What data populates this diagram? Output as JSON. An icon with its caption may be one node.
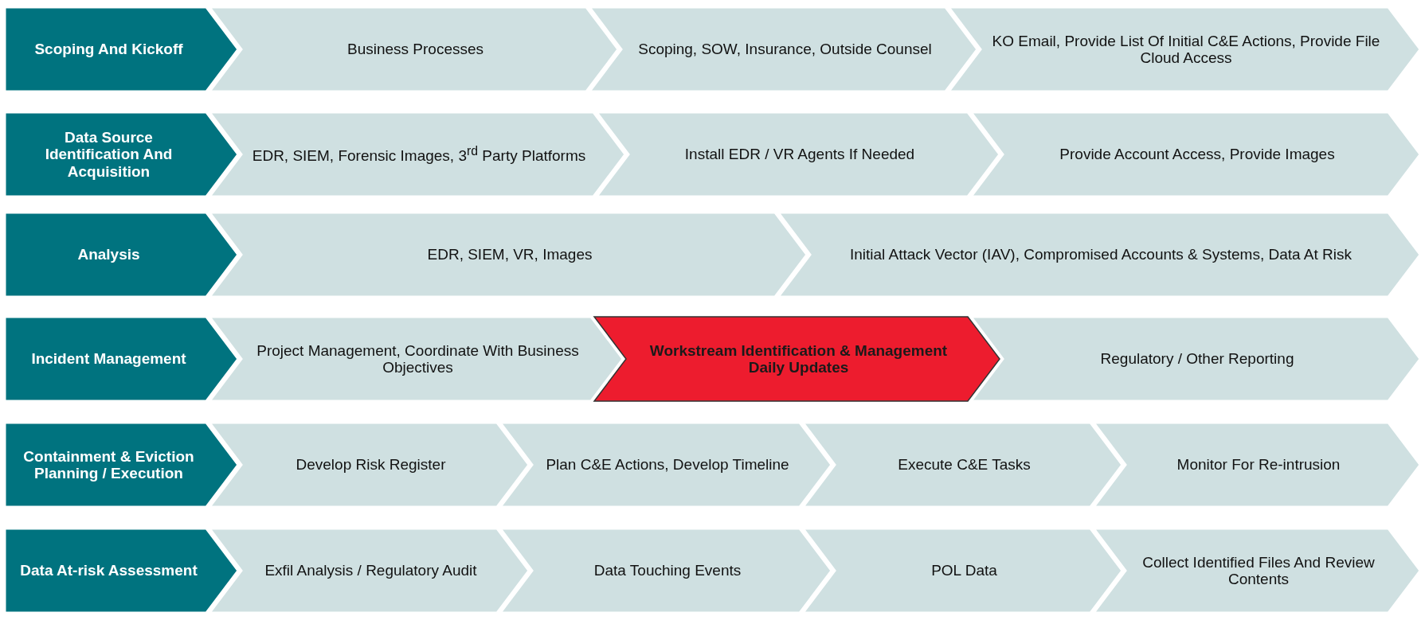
{
  "diagram": {
    "nodes": [
      {
        "text": [
          "Scoping And Kickoff"
        ]
      },
      {
        "text": [
          "Business Processes"
        ]
      },
      {
        "text": [
          "Scoping, SOW, Insurance, Outside Counsel"
        ]
      },
      {
        "text": [
          "KO Email, Provide List Of Initial C&E Actions, Provide File Cloud Access"
        ]
      },
      {
        "text": [
          "Data Source Identification And Acquisition"
        ]
      },
      {
        "text": [
          "EDR, SIEM, Forensic Images, 3$^{rd}$ Party Platforms"
        ]
      },
      {
        "text": [
          "Install EDR / VR Agents If Needed"
        ]
      },
      {
        "text": [
          "Provide Account Access, Provide Images"
        ]
      },
      {
        "text": [
          "Analysis"
        ]
      },
      {
        "text": [
          "EDR, SIEM, VR, Images"
        ]
      },
      {
        "text": [
          "Initial Attack Vector (IAV), Compromised Accounts & Systems, Data At Risk"
        ]
      },
      {
        "text": [
          "Incident Management"
        ]
      },
      {
        "text": [
          "Project Management, Coordinate With Business Objectives"
        ]
      },
      {
        "text": [
          "Workstream Identification & Management Daily Updates"
        ]
      },
      {
        "text": [
          "Regulatory / Other Reporting"
        ]
      },
      {
        "text": [
          "Containment & Eviction Planning / Execution"
        ]
      },
      {
        "text": [
          "Develop Risk Register"
        ]
      },
      {
        "text": [
          "Plan C&E Actions, Develop Timeline"
        ]
      },
      {
        "text": [
          "Execute C&E Tasks"
        ]
      },
      {
        "text": [
          "Monitor For Re-intrusion"
        ]
      },
      {
        "text": [
          "Data At-risk Assessment"
        ]
      },
      {
        "text": [
          "Exfil Analysis / Regulatory Audit"
        ]
      },
      {
        "text": [
          "Data Touching Events"
        ]
      },
      {
        "text": [
          "POL Data"
        ]
      },
      {
        "text": [
          "Collect Identified Files And Review Contents"
        ]
      }
    ]
  }
}
